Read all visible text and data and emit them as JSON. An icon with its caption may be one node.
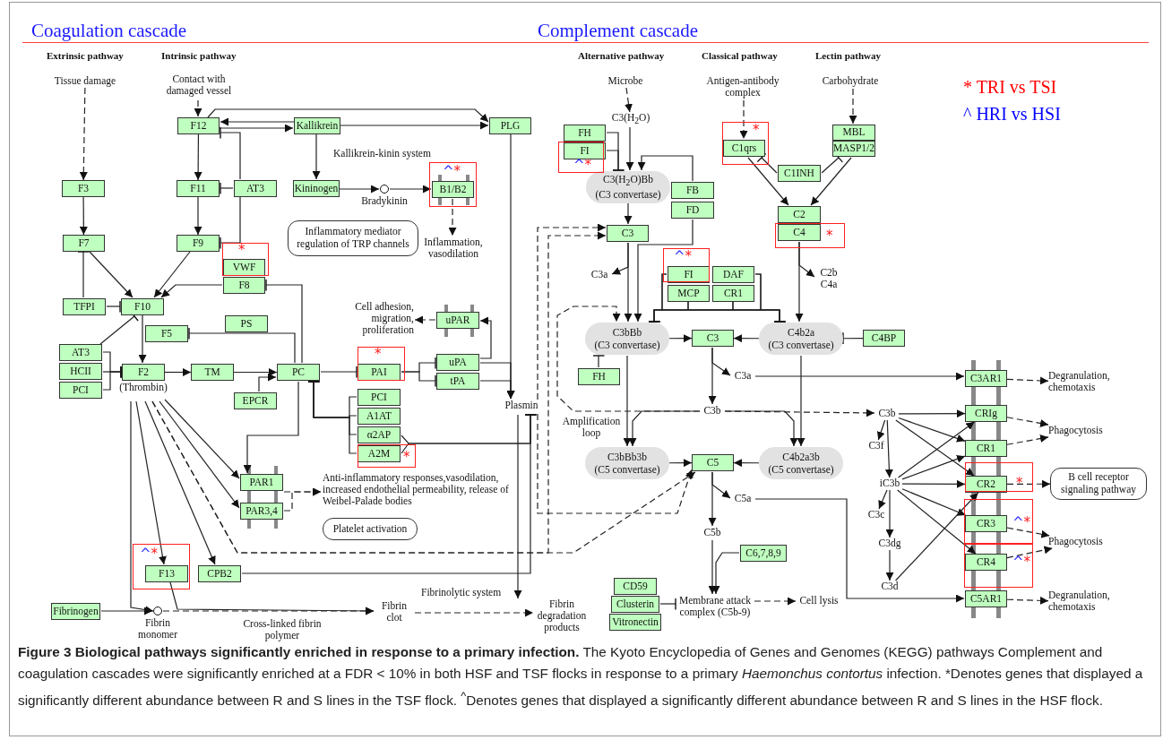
{
  "diagram": {
    "caption": "**Figure 3 Biological pathways significantly enriched in response to a primary infection.** The Kyoto Encyclopedia of Genes and Genomes (KEGG) pathways Complement and coagulation cascades were significantly enriched at a FDR < 10% in both HSF and TSF flocks in response to a primary *Haemonchus contortus* infection. *Denotes genes that displayed a significantly different abundance between R and S lines in the TSF flock. $^{^}$Denotes genes that displayed a significantly different abundance between R and S lines in the HSF flock.",
    "nodes": [
      {
        "text": [
          "Tissue damage"
        ]
      },
      {
        "text": [
          "Contact with damaged vessel"
        ]
      },
      {
        "text": [
          "F12"
        ]
      },
      {
        "text": [
          "Kallikrein"
        ]
      },
      {
        "text": [
          "PLG"
        ]
      },
      {
        "text": [
          "F3"
        ]
      },
      {
        "text": [
          "F11"
        ]
      },
      {
        "text": [
          "AT3"
        ]
      },
      {
        "text": [
          "Kininogen"
        ]
      },
      {
        "text": [
          "Bradykinin"
        ]
      },
      {
        "text": [
          "B1/B2"
        ],
        "beside": [
          "^",
          "*"
        ]
      },
      {
        "text": [
          "Inflammation, vasodilation"
        ]
      },
      {
        "text": [
          "Inflammatory mediator regulation of TRP channels"
        ]
      },
      {
        "text": [
          "F7"
        ]
      },
      {
        "text": [
          "F9"
        ]
      },
      {
        "text": [
          "VWF"
        ],
        "beside": [
          "*"
        ]
      },
      {
        "text": [
          "F8"
        ]
      },
      {
        "text": [
          "TFPI"
        ]
      },
      {
        "text": [
          "F10"
        ]
      },
      {
        "text": [
          "PS"
        ]
      },
      {
        "text": [
          "F5"
        ]
      },
      {
        "text": [
          "Cell adhesion, migration, proliferation"
        ]
      },
      {
        "text": [
          "uPAR"
        ]
      },
      {
        "text": [
          "AT3"
        ]
      },
      {
        "text": [
          "HCII"
        ]
      },
      {
        "text": [
          "PCI"
        ]
      },
      {
        "text": [
          "F2"
        ],
        "beside": [
          "(Thrombin)"
        ]
      },
      {
        "text": [
          "TM"
        ]
      },
      {
        "text": [
          "PC"
        ]
      },
      {
        "text": [
          "PAI"
        ],
        "beside": [
          "*"
        ]
      },
      {
        "text": [
          "uPA"
        ]
      },
      {
        "text": [
          "tPA"
        ]
      },
      {
        "text": [
          "EPCR"
        ]
      },
      {
        "text": [
          "PCI"
        ]
      },
      {
        "text": [
          "A1AT"
        ]
      },
      {
        "text": [
          "α2AP"
        ]
      },
      {
        "text": [
          "A2M"
        ],
        "beside": [
          "*"
        ]
      },
      {
        "text": [
          "Plasmin"
        ]
      },
      {
        "text": [
          "PAR1"
        ]
      },
      {
        "text": [
          "PAR3,4"
        ]
      },
      {
        "text": [
          "Anti-inflammatory responses,vasodilation, increased endothelial permeability, release of Weibel-Palade bodies"
        ]
      },
      {
        "text": [
          "Platelet activation"
        ]
      },
      {
        "text": [
          "F13"
        ],
        "beside": [
          "^",
          "*"
        ]
      },
      {
        "text": [
          "CPB2"
        ]
      },
      {
        "text": [
          "Fibrinogen"
        ]
      },
      {
        "text": [
          "Fibrin monomer"
        ]
      },
      {
        "text": [
          "Fibrin clot"
        ]
      },
      {
        "text": [
          "Fibrin degradation products"
        ]
      },
      {
        "text": [
          "Microbe"
        ]
      },
      {
        "text": [
          "C3(H$_{2}$O)"
        ]
      },
      {
        "text": [
          "FH"
        ]
      },
      {
        "text": [
          "FI"
        ],
        "beside": [
          "^",
          "*"
        ]
      },
      {
        "text": [
          "C3(H$_{2}$O)Bb",
          "(C3 convertase)"
        ]
      },
      {
        "text": [
          "FB"
        ]
      },
      {
        "text": [
          "FD"
        ]
      },
      {
        "text": [
          "C3"
        ]
      },
      {
        "text": [
          "Antigen-antibody complex"
        ]
      },
      {
        "text": [
          "C1qrs"
        ],
        "beside": [
          "*"
        ]
      },
      {
        "text": [
          "Carbohydrate"
        ]
      },
      {
        "text": [
          "MBL"
        ]
      },
      {
        "text": [
          "MASP1/2"
        ]
      },
      {
        "text": [
          "C1INH"
        ]
      },
      {
        "text": [
          "C2"
        ]
      },
      {
        "text": [
          "C4"
        ],
        "beside": [
          "*"
        ]
      },
      {
        "text": [
          "C3a"
        ]
      },
      {
        "text": [
          "FI"
        ],
        "beside": [
          "^",
          "*"
        ]
      },
      {
        "text": [
          "DAF"
        ]
      },
      {
        "text": [
          "MCP"
        ]
      },
      {
        "text": [
          "CR1"
        ]
      },
      {
        "text": [
          "C2b C4a"
        ]
      },
      {
        "text": [
          "C3bBb",
          "(C3 convertase)"
        ]
      },
      {
        "text": [
          "C3"
        ]
      },
      {
        "text": [
          "C4b2a",
          "(C3 convertase)"
        ]
      },
      {
        "text": [
          "C4BP"
        ]
      },
      {
        "text": [
          "FH"
        ]
      },
      {
        "text": [
          "C3a"
        ]
      },
      {
        "text": [
          "C3b"
        ]
      },
      {
        "text": [
          "C3bBb3b",
          "(C5 convertase)"
        ]
      },
      {
        "text": [
          "C5"
        ]
      },
      {
        "text": [
          "C4b2a3b",
          "(C5 convertase)"
        ]
      },
      {
        "text": [
          "C5a"
        ]
      },
      {
        "text": [
          "C5b"
        ]
      },
      {
        "text": [
          "C6,7,8,9"
        ]
      },
      {
        "text": [
          "CD59"
        ]
      },
      {
        "text": [
          "Clusterin"
        ]
      },
      {
        "text": [
          "Vitronectin"
        ]
      },
      {
        "text": [
          "Membrane attack complex (C5b-9)"
        ]
      },
      {
        "text": [
          "Cell lysis"
        ]
      },
      {
        "text": [
          "C3b"
        ]
      },
      {
        "text": [
          "C3f"
        ]
      },
      {
        "text": [
          "iC3b"
        ]
      },
      {
        "text": [
          "C3c"
        ]
      },
      {
        "text": [
          "C3dg"
        ]
      },
      {
        "text": [
          "C3d"
        ]
      },
      {
        "text": [
          "C3AR1"
        ]
      },
      {
        "text": [
          "CRIg"
        ]
      },
      {
        "text": [
          "CR1"
        ]
      },
      {
        "text": [
          "CR2"
        ],
        "beside": [
          "*"
        ]
      },
      {
        "text": [
          "CR3"
        ],
        "beside": [
          "^",
          "*"
        ]
      },
      {
        "text": [
          "CR4"
        ],
        "beside": [
          "^",
          "*"
        ]
      },
      {
        "text": [
          "C5AR1"
        ]
      },
      {
        "text": [
          "Degranulation, chemotaxis"
        ]
      },
      {
        "text": [
          "Phagocytosis"
        ]
      },
      {
        "text": [
          "B cell receptor signaling pathway"
        ]
      },
      {
        "text": [
          "Phagocytosis"
        ]
      },
      {
        "text": [
          "Degranulation, chemotaxis"
        ]
      }
    ],
    "edges": [
      {
        "from": 0,
        "to": 5,
        "arrow": "to",
        "style": "dashed"
      },
      {
        "from": 1,
        "to": 2,
        "arrow": "to",
        "style": "dashed"
      },
      {
        "from": 2,
        "to": 3,
        "arrow": "to"
      },
      {
        "from": 3,
        "to": 2,
        "arrow": "to"
      },
      {
        "from": 2,
        "to": 4,
        "arrow": "to"
      },
      {
        "from": 3,
        "to": 4,
        "arrow": "to"
      },
      {
        "from": 3,
        "to": 8,
        "arrow": "to"
      },
      {
        "from": 8,
        "to": 9,
        "arrow": "to"
      },
      {
        "from": 9,
        "to": 10,
        "arrow": "to"
      },
      {
        "from": 10,
        "to": 11,
        "arrow": "to",
        "style": "dashed"
      },
      {
        "from": 2,
        "to": 6,
        "arrow": "to"
      },
      {
        "from": 7,
        "to": 6,
        "arrow": "other"
      },
      {
        "from": 7,
        "to": 2,
        "arrow": "other"
      },
      {
        "from": 7,
        "to": 14,
        "arrow": "other"
      },
      {
        "from": 6,
        "to": 14,
        "arrow": "to"
      },
      {
        "from": 5,
        "to": 13,
        "arrow": "to"
      },
      {
        "from": 13,
        "to": 18,
        "arrow": "to"
      },
      {
        "from": 14,
        "to": 18,
        "arrow": "to"
      },
      {
        "from": 16,
        "to": 18,
        "arrow": "to"
      },
      {
        "from": 17,
        "to": 18,
        "arrow": "other"
      },
      {
        "from": 17,
        "to": 13,
        "arrow": "other"
      },
      {
        "from": 23,
        "to": 18,
        "arrow": "other"
      },
      {
        "from": 18,
        "to": 26,
        "arrow": "to"
      },
      {
        "from": 28,
        "to": 20,
        "arrow": "other"
      },
      {
        "from": 28,
        "to": 16,
        "arrow": "other"
      },
      {
        "from": 23,
        "to": 26,
        "arrow": "other"
      },
      {
        "from": 24,
        "to": 26,
        "arrow": "other"
      },
      {
        "from": 25,
        "to": 26,
        "arrow": "other"
      },
      {
        "from": 26,
        "to": 27,
        "arrow": "to"
      },
      {
        "from": 27,
        "to": 28,
        "arrow": "to"
      },
      {
        "from": 32,
        "to": 28,
        "arrow": "to"
      },
      {
        "from": 28,
        "to": 29,
        "arrow": "other"
      },
      {
        "from": 29,
        "to": 30,
        "arrow": "other"
      },
      {
        "from": 29,
        "to": 31,
        "arrow": "other"
      },
      {
        "from": 30,
        "to": 22,
        "arrow": "to"
      },
      {
        "from": 22,
        "to": 21,
        "arrow": "to",
        "style": "dashed"
      },
      {
        "from": 30,
        "to": 37,
        "arrow": "to"
      },
      {
        "from": 31,
        "to": 37,
        "arrow": "to"
      },
      {
        "from": 4,
        "to": 37,
        "arrow": "to"
      },
      {
        "from": 33,
        "to": 28,
        "arrow": "other"
      },
      {
        "from": 34,
        "to": 28,
        "arrow": "other"
      },
      {
        "from": 35,
        "to": 28,
        "arrow": "other"
      },
      {
        "from": 36,
        "to": 28,
        "arrow": "other"
      },
      {
        "from": 35,
        "to": 37,
        "arrow": "other"
      },
      {
        "from": 36,
        "to": 37,
        "arrow": "other"
      },
      {
        "from": 26,
        "to": 45,
        "arrow": "to"
      },
      {
        "from": 26,
        "to": 42,
        "arrow": "to"
      },
      {
        "from": 26,
        "to": 43,
        "arrow": "to"
      },
      {
        "from": 26,
        "to": 38,
        "arrow": "to"
      },
      {
        "from": 26,
        "to": 39,
        "arrow": "to"
      },
      {
        "from": 26,
        "to": 55,
        "arrow": "to",
        "style": "dashed"
      },
      {
        "from": 26,
        "to": 78,
        "arrow": "to",
        "style": "dashed"
      },
      {
        "from": 28,
        "to": 38,
        "arrow": "to"
      },
      {
        "from": 38,
        "to": 40,
        "arrow": "to",
        "style": "dashed"
      },
      {
        "from": 39,
        "to": 40,
        "arrow": "to",
        "style": "dashed"
      },
      {
        "from": 37,
        "to": 55,
        "arrow": "to",
        "style": "dashed"
      },
      {
        "from": 37,
        "to": 78,
        "arrow": "to",
        "style": "dashed"
      },
      {
        "from": 42,
        "to": 46,
        "arrow": "to"
      },
      {
        "from": 43,
        "to": 37,
        "arrow": "other"
      },
      {
        "from": 44,
        "to": 45,
        "arrow": "to"
      },
      {
        "from": 45,
        "to": 46,
        "label": "Cross-linked fibrin polymer",
        "arrow": "to",
        "style": "dashed"
      },
      {
        "from": 46,
        "to": 47,
        "arrow": "to",
        "style": "dashed"
      },
      {
        "from": 37,
        "to": 47,
        "arrow": "to"
      },
      {
        "from": 48,
        "to": 49,
        "arrow": "to",
        "style": "dashed"
      },
      {
        "from": 49,
        "to": 52,
        "arrow": "to"
      },
      {
        "from": 50,
        "to": 52,
        "arrow": "other"
      },
      {
        "from": 51,
        "to": 52,
        "arrow": "other"
      },
      {
        "from": 53,
        "to": 52,
        "arrow": "to"
      },
      {
        "from": 54,
        "to": 70,
        "arrow": "to"
      },
      {
        "from": 52,
        "to": 55,
        "arrow": "to"
      },
      {
        "from": 55,
        "to": 64,
        "arrow": "to"
      },
      {
        "from": 55,
        "to": 70,
        "arrow": "to"
      },
      {
        "from": 65,
        "to": 70,
        "arrow": "other"
      },
      {
        "from": 65,
        "to": 72,
        "arrow": "other"
      },
      {
        "from": 66,
        "to": 70,
        "arrow": "other"
      },
      {
        "from": 66,
        "to": 72,
        "arrow": "other"
      },
      {
        "from": 67,
        "to": 70,
        "arrow": "other"
      },
      {
        "from": 67,
        "to": 72,
        "arrow": "other"
      },
      {
        "from": 68,
        "to": 70,
        "arrow": "other"
      },
      {
        "from": 68,
        "to": 72,
        "arrow": "other"
      },
      {
        "from": 56,
        "to": 57,
        "arrow": "to",
        "style": "dashed"
      },
      {
        "from": 58,
        "to": 59,
        "arrow": "to",
        "style": "dashed"
      },
      {
        "from": 57,
        "to": 62,
        "arrow": "to"
      },
      {
        "from": 60,
        "to": 62,
        "arrow": "to"
      },
      {
        "from": 61,
        "to": 57,
        "arrow": "other"
      },
      {
        "from": 61,
        "to": 60,
        "arrow": "other"
      },
      {
        "from": 63,
        "to": 69,
        "arrow": "to"
      },
      {
        "from": 63,
        "to": 72,
        "arrow": "to"
      },
      {
        "from": 70,
        "to": 71,
        "arrow": "to"
      },
      {
        "from": 72,
        "to": 71,
        "arrow": "to"
      },
      {
        "from": 73,
        "to": 72,
        "arrow": "other"
      },
      {
        "from": 74,
        "to": 70,
        "arrow": "other"
      },
      {
        "from": 71,
        "to": 75,
        "arrow": "to"
      },
      {
        "from": 71,
        "to": 76,
        "arrow": "to"
      },
      {
        "from": 76,
        "to": 70,
        "arrow": "to",
        "style": "dashed"
      },
      {
        "from": 76,
        "to": 77,
        "arrow": "to"
      },
      {
        "from": 76,
        "to": 79,
        "arrow": "to"
      },
      {
        "from": 70,
        "to": 77,
        "arrow": "to"
      },
      {
        "from": 72,
        "to": 79,
        "arrow": "to"
      },
      {
        "from": 76,
        "to": 88,
        "arrow": "to",
        "style": "dashed"
      },
      {
        "from": 77,
        "to": 78,
        "arrow": "to"
      },
      {
        "from": 79,
        "to": 78,
        "arrow": "to"
      },
      {
        "from": 78,
        "to": 80,
        "arrow": "to"
      },
      {
        "from": 78,
        "to": 81,
        "arrow": "to"
      },
      {
        "from": 81,
        "to": 86,
        "arrow": "to"
      },
      {
        "from": 82,
        "to": 86,
        "arrow": "to"
      },
      {
        "from": 84,
        "to": 86,
        "arrow": "other"
      },
      {
        "from": 86,
        "to": 87,
        "arrow": "to",
        "style": "dashed"
      },
      {
        "from": 75,
        "to": 94,
        "arrow": "to"
      },
      {
        "from": 80,
        "to": 100,
        "arrow": "to"
      },
      {
        "from": 88,
        "to": 89,
        "arrow": "to"
      },
      {
        "from": 88,
        "to": 90,
        "arrow": "to"
      },
      {
        "from": 90,
        "to": 91,
        "arrow": "to"
      },
      {
        "from": 90,
        "to": 92,
        "arrow": "to"
      },
      {
        "from": 92,
        "to": 93,
        "arrow": "to"
      },
      {
        "from": 88,
        "to": 95,
        "arrow": "to"
      },
      {
        "from": 88,
        "to": 96,
        "arrow": "to"
      },
      {
        "from": 88,
        "to": 97,
        "arrow": "to"
      },
      {
        "from": 90,
        "to": 95,
        "arrow": "to"
      },
      {
        "from": 90,
        "to": 96,
        "arrow": "to"
      },
      {
        "from": 90,
        "to": 97,
        "arrow": "to"
      },
      {
        "from": 90,
        "to": 98,
        "arrow": "to"
      },
      {
        "from": 90,
        "to": 99,
        "arrow": "to"
      },
      {
        "from": 93,
        "to": 97,
        "arrow": "to"
      },
      {
        "from": 94,
        "to": 101,
        "arrow": "to",
        "style": "dashed"
      },
      {
        "from": 95,
        "to": 102,
        "arrow": "to",
        "style": "dashed"
      },
      {
        "from": 96,
        "to": 102,
        "arrow": "to",
        "style": "dashed"
      },
      {
        "from": 97,
        "to": 103,
        "arrow": "to",
        "style": "dashed"
      },
      {
        "from": 98,
        "to": 104,
        "arrow": "to",
        "style": "dashed"
      },
      {
        "from": 99,
        "to": 104,
        "arrow": "to",
        "style": "dashed"
      },
      {
        "from": 100,
        "to": 105,
        "arrow": "to",
        "style": "dashed"
      }
    ],
    "labels": [
      "Coagulation cascade",
      "Complement cascade",
      "Extrinsic pathway",
      "Intrinsic pathway",
      "Kallikrein-kinin system",
      "Alternative pathway",
      "Classical pathway",
      "Lectin pathway",
      "Amplification loop",
      "Fibrinolytic system"
    ],
    "legend": [
      {
        "text": "* TRI vs TSI",
        "color": "#ff0000"
      },
      {
        "text": "^ HRI vs HSI",
        "color": "#0000ff"
      }
    ]
  }
}
